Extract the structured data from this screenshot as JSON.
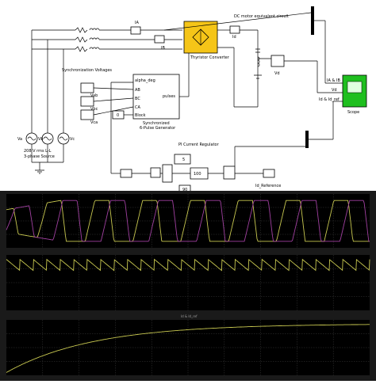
{
  "diagram": {
    "labels": {
      "ia": "IA",
      "ib": "IB",
      "id": "Id",
      "thyristor_converter": "Thyristor Converter",
      "dc_motor_circuit": "DC motor equivalent circuit",
      "sync_voltages": "Synchronization Voltages",
      "alpha_deg": "alpha_deg",
      "ab": "AB",
      "bc": "BC",
      "ca": "CA",
      "block": "Block",
      "pulses": "pulses",
      "pulse_gen": "Synchronized\n6-Pulse Generator",
      "vab": "Vab",
      "vbc": "Vbc",
      "vca": "Vca",
      "va": "Va",
      "vb": "Vb",
      "vc": "Vc",
      "source": "208 V rms L-L\n3-phase Source",
      "vd": "Vd",
      "pi_regulator": "PI Current Regulator",
      "gain_5": "5",
      "gain_100": "100",
      "const_0": "0",
      "const_90": "90",
      "id_reference": "Id_Reference",
      "ia_ib": "IA & IB",
      "vd_port": "Vd",
      "id_ref_port": "Id & Id_ref",
      "scope": "Scope"
    },
    "colors": {
      "converter_block": "#f5c518",
      "scope_block": "#1fbf1f"
    }
  },
  "scope_panels": [
    {
      "title": ""
    },
    {
      "title": ""
    },
    {
      "title": "Id & Id_ref"
    }
  ],
  "colors": {
    "background": "#000000",
    "trace_yellow": "#c8c850",
    "trace_magenta": "#a040a0",
    "grid": "#3a3a3a",
    "ticks": "#9a9a9a"
  },
  "chart_data": [
    {
      "type": "line",
      "title": "",
      "series": [
        {
          "name": "",
          "color": "#c8c850",
          "pattern": "trapezoidal phase current A"
        },
        {
          "name": "",
          "color": "#a040a0",
          "pattern": "trapezoidal phase current B"
        }
      ],
      "xlim": [
        0,
        0.2
      ],
      "ylim": [
        -150,
        150
      ],
      "grid": true
    },
    {
      "type": "line",
      "title": "",
      "series": [
        {
          "name": "",
          "color": "#c8c850",
          "pattern": "rectified DC voltage ripple"
        }
      ],
      "xlim": [
        0,
        0.2
      ],
      "ylim": [
        0,
        300
      ],
      "grid": true
    },
    {
      "type": "line",
      "title": "Id & Id_ref",
      "series": [
        {
          "name": "",
          "color": "#c8c850",
          "pattern": "first-order rise to steady state"
        }
      ],
      "xlim": [
        0,
        0.2
      ],
      "ylim": [
        0,
        150
      ],
      "grid": true
    }
  ]
}
